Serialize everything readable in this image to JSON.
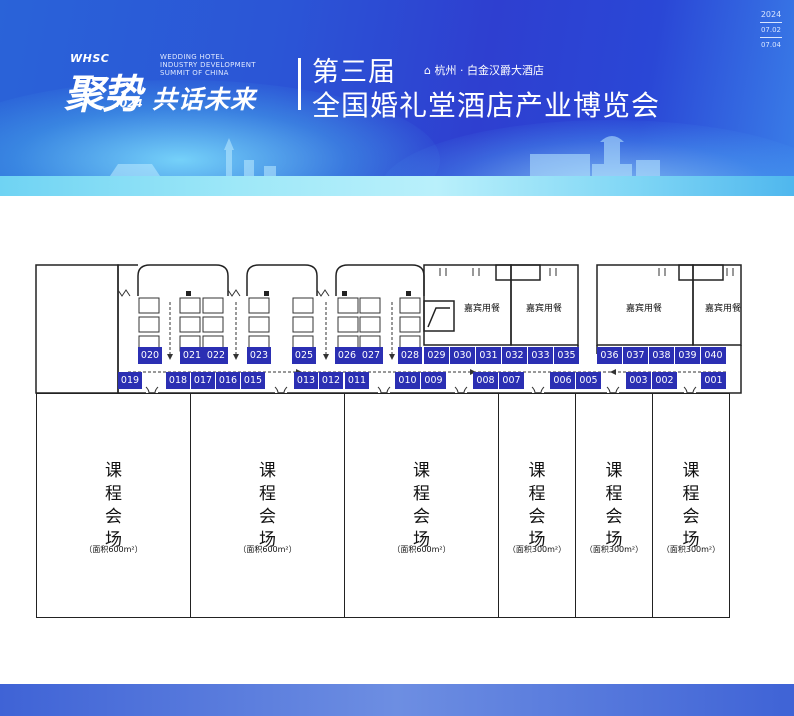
{
  "header": {
    "logo_small": "WHSC",
    "logo_big": "聚势",
    "logo_year": "2024",
    "logo_en": [
      "WEDDING HOTEL",
      "INDUSTRY DEVELOPMENT",
      "SUMMIT OF CHINA"
    ],
    "slogan": "共话未来",
    "edition": "第三届",
    "venue": "杭州 · 白金汉爵大酒店",
    "event_title": "全国婚礼堂酒店产业博览会",
    "date_year": "2024",
    "date_start": "07.02",
    "date_end": "07.04"
  },
  "colors": {
    "booth": "#2b2fb3",
    "wall": "#222222",
    "banner": "#2b4fd4"
  },
  "booths_upper": [
    "020",
    "021",
    "022",
    "023",
    "025",
    "026",
    "027",
    "028",
    "029",
    "030",
    "031",
    "032",
    "033",
    "035",
    "036",
    "037",
    "038",
    "039",
    "040"
  ],
  "booths_lower": [
    "019",
    "018",
    "017",
    "016",
    "015",
    "013",
    "012",
    "011",
    "010",
    "009",
    "008",
    "007",
    "006",
    "005",
    "003",
    "002",
    "001"
  ],
  "dining_label": "嘉宾用餐",
  "halls": [
    {
      "name": [
        "课",
        "程",
        "会",
        "场"
      ],
      "area": "（面积600m²）"
    },
    {
      "name": [
        "课",
        "程",
        "会",
        "场"
      ],
      "area": "（面积600m²）"
    },
    {
      "name": [
        "课",
        "程",
        "会",
        "场"
      ],
      "area": "（面积600m²）"
    },
    {
      "name": [
        "课",
        "程",
        "会",
        "场"
      ],
      "area": "（面积300m²）"
    },
    {
      "name": [
        "课",
        "程",
        "会",
        "场"
      ],
      "area": "（面积300m²）"
    },
    {
      "name": [
        "课",
        "程",
        "会",
        "场"
      ],
      "area": "（面积300m²）"
    }
  ],
  "icons": [
    "elevator-icon",
    "door-icon",
    "direction-arrow-icon"
  ]
}
